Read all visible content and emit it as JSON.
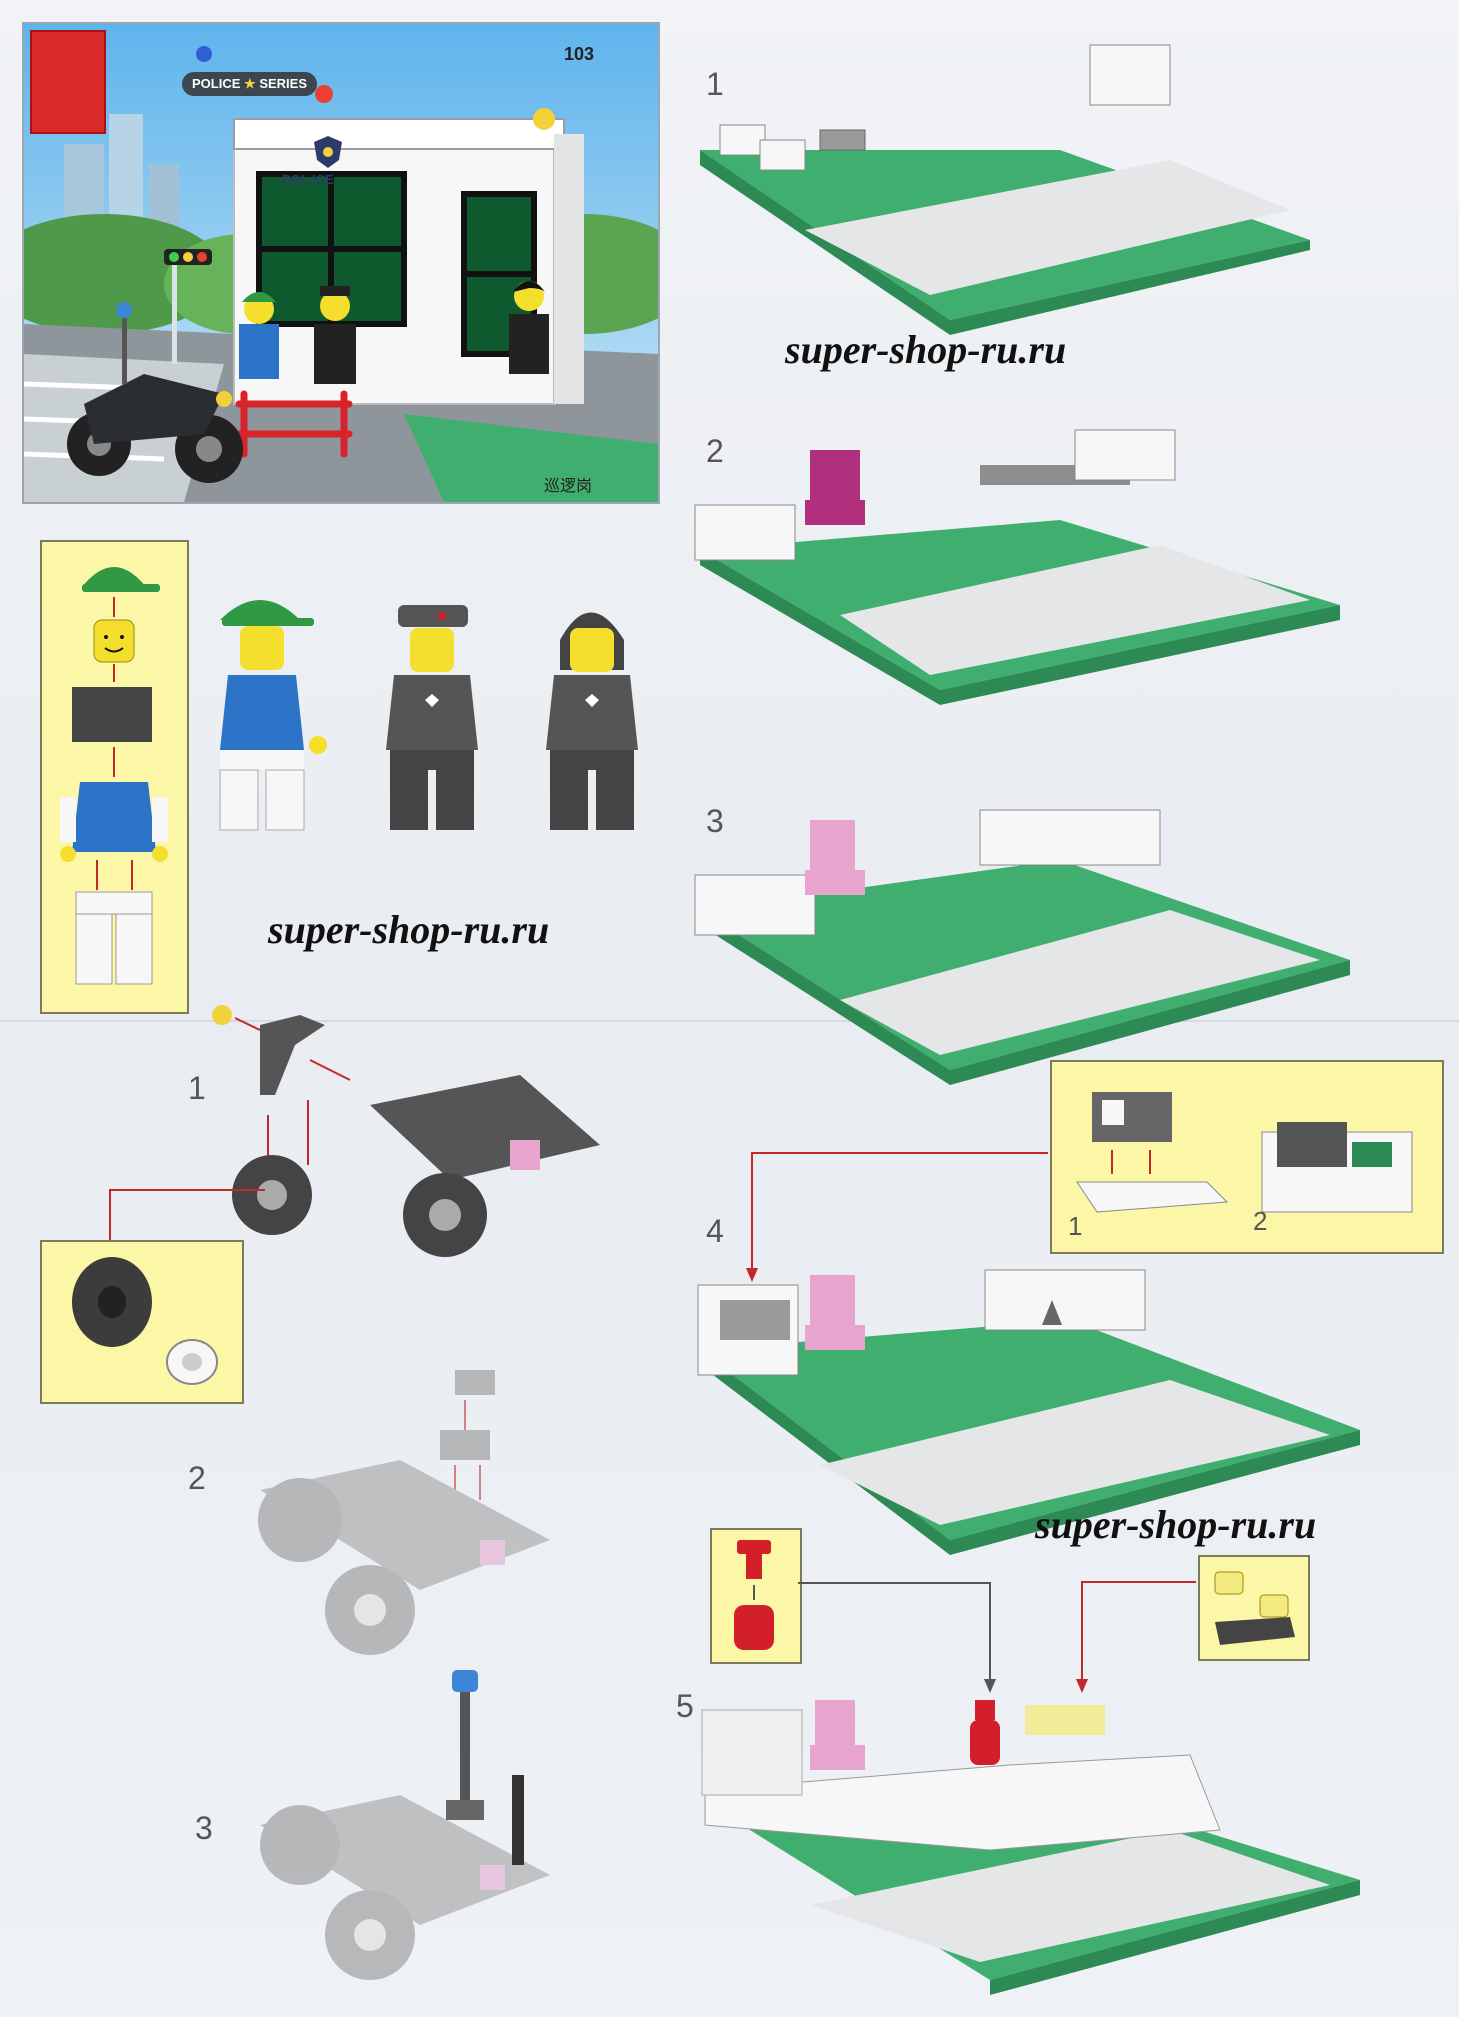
{
  "cover": {
    "set_number": "103",
    "series_left": "POLICE",
    "series_right": "SERIES",
    "station_sign": "POL ICE",
    "caption": "巡逻岗"
  },
  "watermark": {
    "text": "super-shop-ru.ru"
  },
  "station_steps": [
    "1",
    "2",
    "3",
    "4",
    "5"
  ],
  "vehicle_steps": [
    "1",
    "2",
    "3"
  ],
  "phone_panel_steps": [
    "1",
    "2"
  ],
  "colors": {
    "baseplate": "#3fae6f",
    "baseplate_dark": "#2d8a55",
    "road": "#e4e6e8",
    "panel_bg": "#fbf7a6",
    "arrow": "#c0282c",
    "brick_white": "#f7f7f7",
    "brick_gray": "#8e8e8e",
    "chair_magenta": "#b0307e",
    "chair_pink": "#e6a4cf",
    "extinguisher_red": "#d21f2a",
    "cap_green": "#2f9a43",
    "torso_blue": "#2c74c8",
    "lamp_blue": "#3d86d6"
  }
}
